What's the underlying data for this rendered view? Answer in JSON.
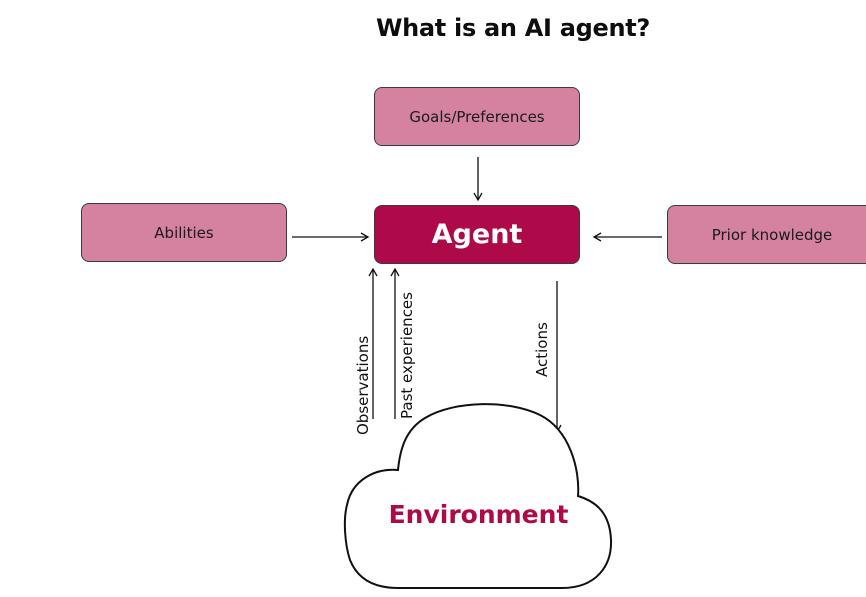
{
  "title": "What is an AI agent?",
  "nodes": {
    "goals": {
      "label": "Goals/Preferences"
    },
    "abilities": {
      "label": "Abilities"
    },
    "agent": {
      "label": "Agent"
    },
    "prior_knowledge": {
      "label": "Prior knowledge"
    },
    "environment": {
      "label": "Environment"
    }
  },
  "edges": {
    "goals_to_agent": {
      "from": "Goals/Preferences",
      "to": "Agent"
    },
    "abilities_to_agent": {
      "from": "Abilities",
      "to": "Agent"
    },
    "prior_to_agent": {
      "from": "Prior knowledge",
      "to": "Agent"
    },
    "observations": {
      "label": "Observations",
      "from": "Environment",
      "to": "Agent"
    },
    "past_experiences": {
      "label": "Past experiences",
      "from": "Environment",
      "to": "Agent"
    },
    "actions": {
      "label": "Actions",
      "from": "Agent",
      "to": "Environment"
    }
  },
  "colors": {
    "agent_fill": "#ae0a4a",
    "node_fill": "#d4829f",
    "environment_text": "#ae0a4a"
  }
}
